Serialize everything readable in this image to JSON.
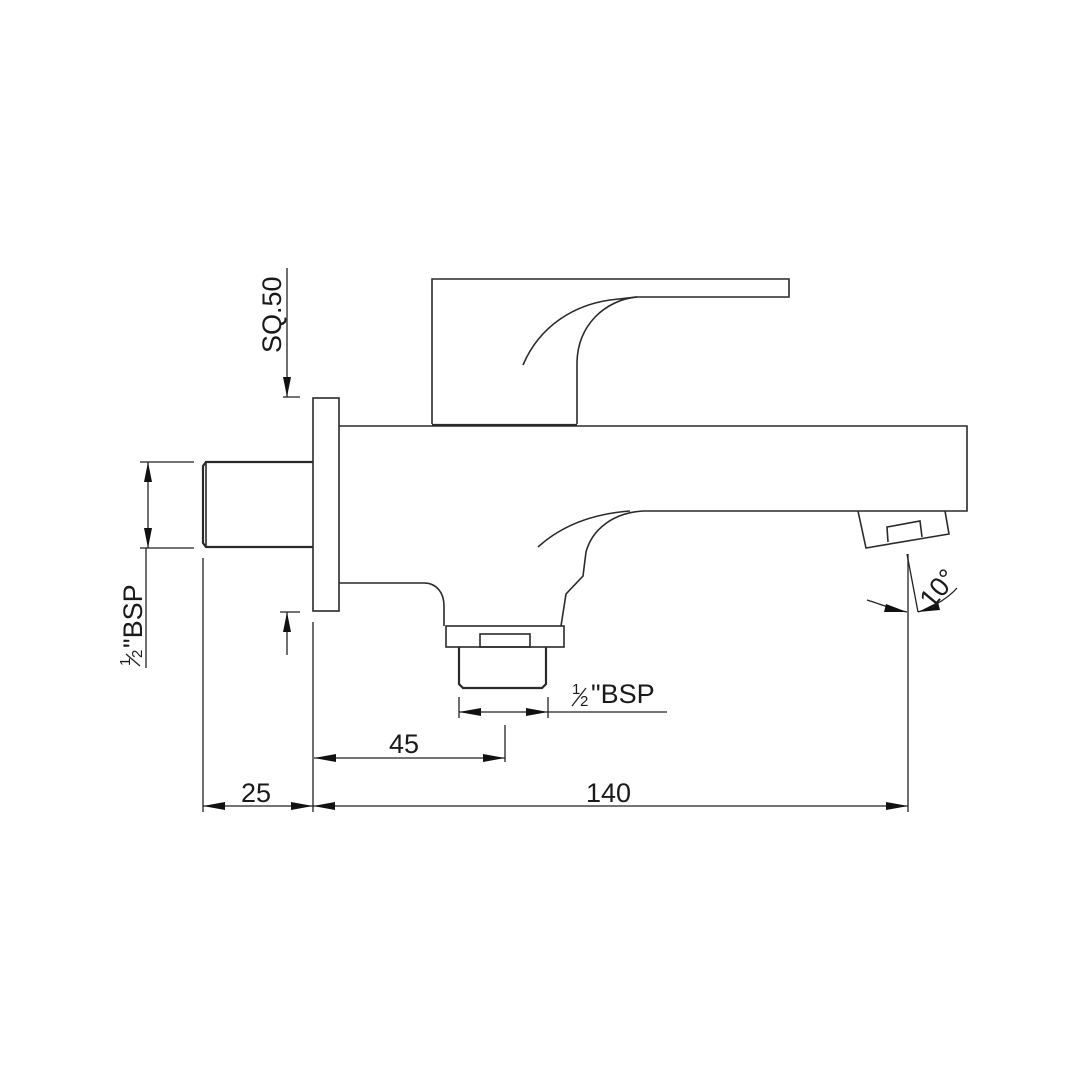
{
  "drawing": {
    "title": "Wall-mounted bath spout mixer - side elevation",
    "colors": {
      "line": "#2a2a2a",
      "background": "#ffffff"
    }
  },
  "labels": {
    "sq50": "SQ.50",
    "inlet_bsp": {
      "fraction_num": "1",
      "fraction_den": "2",
      "suffix": "\"BSP"
    },
    "outlet_bsp": {
      "fraction_num": "1",
      "fraction_den": "2",
      "suffix": "\"BSP"
    },
    "dim_45": "45",
    "dim_25": "25",
    "dim_140": "140",
    "angle_10": "10°"
  }
}
